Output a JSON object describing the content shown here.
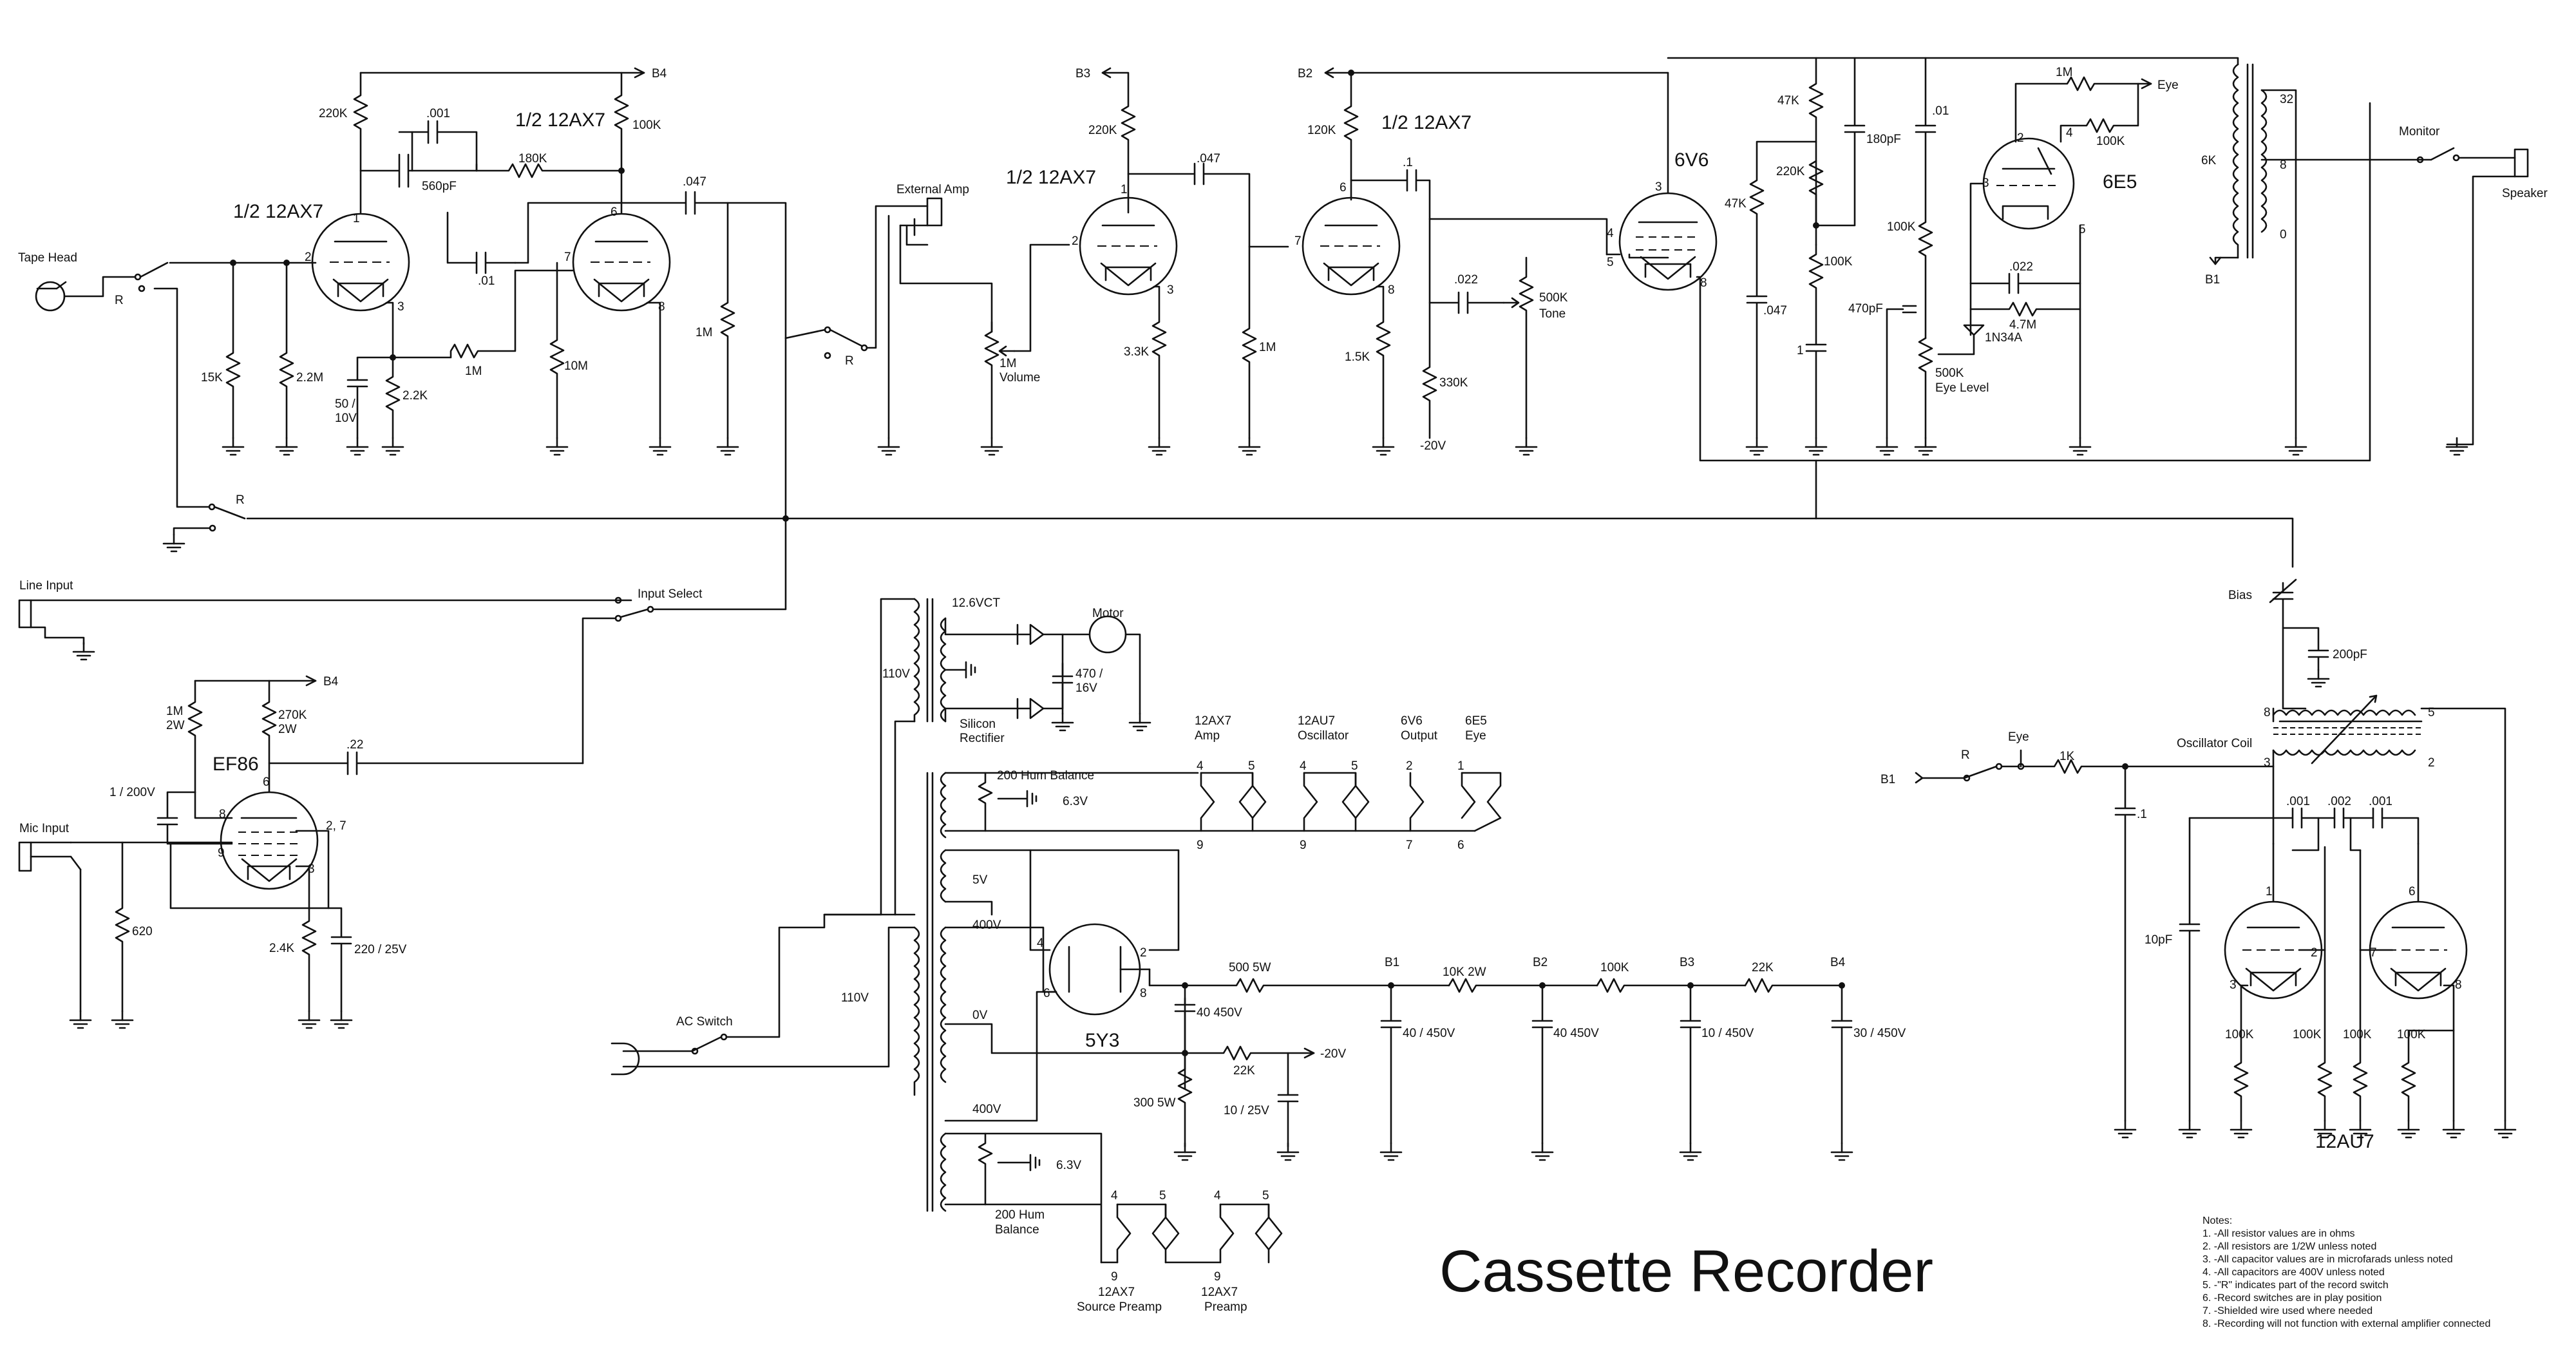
{
  "title": "Cassette Recorder",
  "notes": {
    "heading": "Notes:",
    "items": [
      "1.  -All resistor values are in ohms",
      "2.  -All resistors are 1/2W unless noted",
      "3.  -All capacitor values are in microfarads unless noted",
      "4.  -All capacitors are 400V unless noted",
      "5.  -\"R\" indicates part of the record switch",
      "6.  -Record switches are in play position",
      "7.  -Shielded wire used where needed",
      "8.  -Recording will not function with external amplifier connected"
    ]
  },
  "tubes": {
    "v1": "1/2 12AX7",
    "v2": "1/2 12AX7",
    "v3": "1/2 12AX7",
    "v4": "1/2 12AX7",
    "output": "6V6",
    "eye": "6E5",
    "mic": "EF86",
    "rect": "5Y3",
    "osc": "12AU7"
  },
  "io": {
    "tape_head": "Tape Head",
    "line_input": "Line Input",
    "mic_input": "Mic Input",
    "input_select": "Input Select",
    "external_amp": "External Amp",
    "monitor": "Monitor",
    "speaker": "Speaker",
    "ac_switch": "AC Switch",
    "motor": "Motor",
    "bias": "Bias",
    "osc_coil": "Oscillator Coil",
    "eye": "Eye",
    "r": "R"
  },
  "rails": {
    "b1": "B1",
    "b2": "B2",
    "b3": "B3",
    "b4": "B4",
    "neg20": "-20V"
  },
  "labels": {
    "r220k": "220K",
    "c001a": ".001",
    "c560": "560pF",
    "r180k": "180K",
    "r100k_a": "100K",
    "c047a": ".047",
    "c01a": ".01",
    "r15k": "15K",
    "r22m": "2.2M",
    "c50": "50 /",
    "c50v": "10V",
    "r22k_a": "2.2K",
    "r1m_a": "1M",
    "r10m": "10M",
    "r1m_b": "1M",
    "r220k_b": "220K",
    "c047b": ".047",
    "vol1": "1M",
    "vol2": "Volume",
    "r33k": "3.3K",
    "r120k": "120K",
    "c1": ".1",
    "r1m_c": "1M",
    "r15k_b": "1.5K",
    "c022": ".022",
    "tone1": "500K",
    "tone2": "Tone",
    "r330k": "330K",
    "r47k_a": "47K",
    "r47k_b": "47K",
    "r220k_c": "220K",
    "c180": "180pF",
    "c01b": ".01",
    "r100k_b": "100K",
    "r100k_c": "100K",
    "c047c": ".047",
    "c470p": "470pF",
    "c1b": "1",
    "r1m_d": "1M",
    "r100k_d": "100K",
    "c022b": ".022",
    "r47m": "4.7M",
    "d1": "1N34A",
    "eyelvl1": "500K",
    "eyelvl2": "Eye Level",
    "t6k": "6K",
    "t32": "32",
    "t8": "8",
    "t0": "0",
    "t126": "12.6VCT",
    "t110a": "110V",
    "rect1": "Silicon",
    "rect2": "Rectifier",
    "c470": "470 /",
    "c470v": "16V",
    "hum1": "200 Hum Balance",
    "v63a": "6.3V",
    "v5": "5V",
    "v400a": "400V",
    "v0": "0V",
    "v400b": "400V",
    "t110b": "110V",
    "hum2a": "200 Hum",
    "hum2b": "Balance",
    "v63b": "6.3V",
    "r500w": "500 5W",
    "c40a": "40 450V",
    "r22k_c": "22K",
    "r300": "300 5W",
    "c10": "10 / 25V",
    "c40b": "40 / 450V",
    "r10k": "10K 2W",
    "c40c": "40 450V",
    "r100k_e": "100K",
    "c10b": "10 / 450V",
    "r22k_d": "22K",
    "c30": "30 / 450V",
    "h1": "12AX7",
    "h1b": "Amp",
    "h2": "12AU7",
    "h2b": "Oscillator",
    "h3": "6V6",
    "h3b": "Output",
    "h4": "6E5",
    "h4b": "Eye",
    "h5": "12AX7",
    "h5b": "Source Preamp",
    "h6": "12AX7",
    "h6b": "Preamp",
    "r1m_m": "1M",
    "w2a": "2W",
    "r270k": "270K",
    "w2b": "2W",
    "c22": ".22",
    "c1_200": "1 / 200V",
    "r620": "620",
    "r24k": "2.4K",
    "c220": "220 / 25V",
    "c200p": "200pF",
    "r1k": "1K",
    "c1c": ".1",
    "c001b": ".001",
    "c002": ".002",
    "c001c": ".001",
    "c10p": "10pF",
    "r100k_f": "100K",
    "r100k_g": "100K",
    "r100k_h": "100K",
    "r100k_i": "100K"
  }
}
